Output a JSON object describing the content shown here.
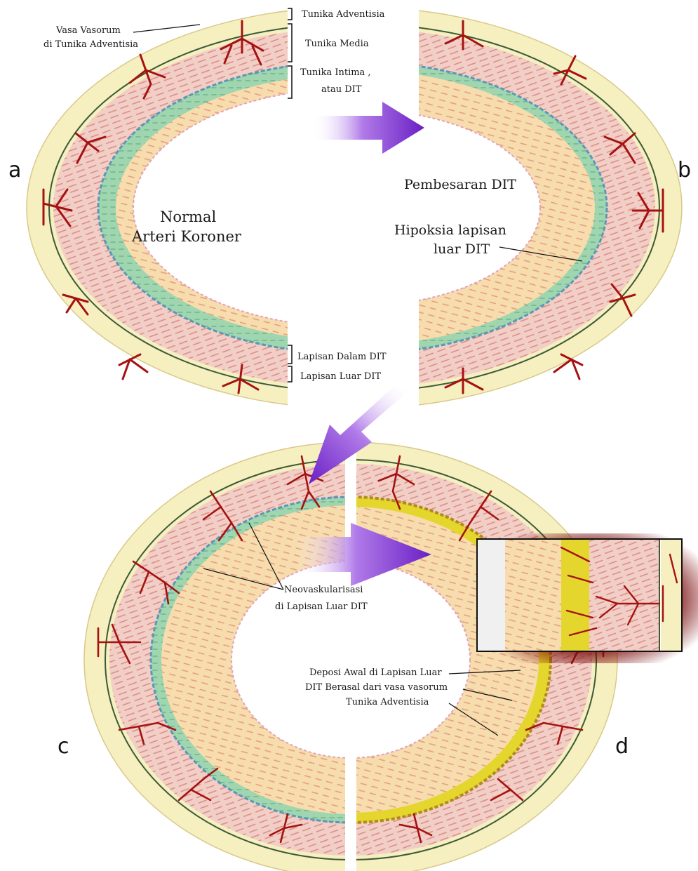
{
  "colors": {
    "adventitia": "#f6efbf",
    "media": "#f2cfc6",
    "media_stripe": "#d98a86",
    "intima_green": "#9fd6b0",
    "intima_blue": "#5a97b8",
    "thickened_intima": "#f7dcae",
    "lumen_edge": "#e2a3b8",
    "vessel_red": "#a51212",
    "arrow_purple": "#7a2bd1",
    "deposit_yellow": "#e4d62c",
    "inset_shadow": "#7a0a0a"
  },
  "panels": {
    "a": {
      "letter": "a",
      "title_line1": "Normal",
      "title_line2": "Arteri Koroner"
    },
    "b": {
      "letter": "b",
      "title": "Pembesaran DIT",
      "hypoxia_line1": "Hipoksia lapisan",
      "hypoxia_line2": "luar DIT"
    },
    "c": {
      "letter": "c",
      "neo_line1": "Neovaskularisasi",
      "neo_line2": "di Lapisan Luar DIT"
    },
    "d": {
      "letter": "d",
      "deposit_line1": "Deposi Awal di Lapisan Luar",
      "deposit_line2": "DIT Berasal dari vasa vasorum",
      "deposit_line3": "Tunika Adventisia"
    }
  },
  "layers": {
    "adventitia": "Tunika Adventisia",
    "media": "Tunika Media",
    "intima_line1": "Tunika Intima ,",
    "intima_line2": "atau DIT",
    "inner_dit": "Lapisan Dalam DIT",
    "outer_dit": "Lapisan Luar DIT"
  },
  "vasa": {
    "line1": "Vasa Vasorum",
    "line2": "di Tunika Adventisia"
  },
  "icons": [
    "arrow-right-icon",
    "arrow-down-left-icon",
    "arrow-right-icon",
    "magnified-inset"
  ]
}
